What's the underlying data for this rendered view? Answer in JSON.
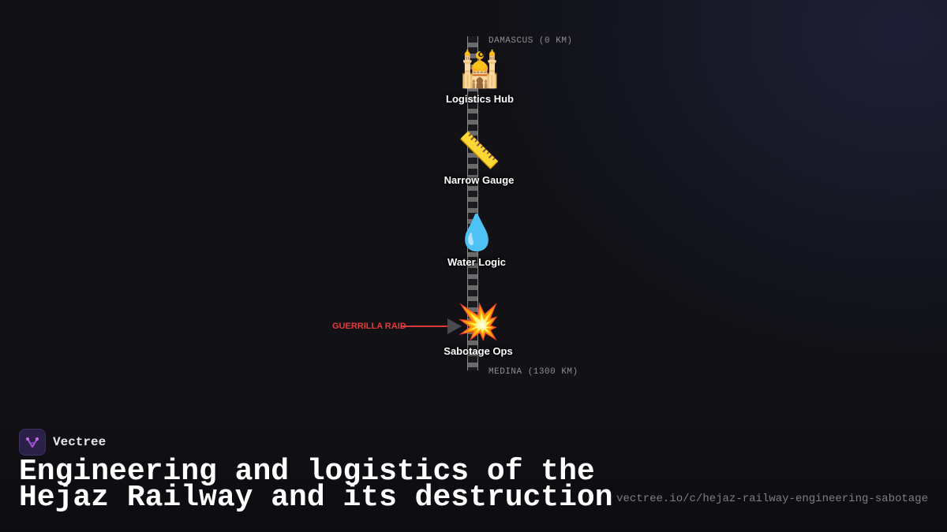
{
  "diagram": {
    "start_station": "DAMASCUS (0 KM)",
    "end_station": "MEDINA (1300 KM)",
    "nodes": [
      {
        "icon": "🕌",
        "icon_name": "mosque-icon",
        "label": "Logistics Hub"
      },
      {
        "icon": "📏",
        "icon_name": "ruler-icon",
        "label": "Narrow Gauge"
      },
      {
        "icon": "💧",
        "icon_name": "water-drop-icon",
        "label": "Water Logic"
      },
      {
        "icon": "💥",
        "icon_name": "explosion-icon",
        "label": "Sabotage Ops"
      }
    ],
    "raid_label": "GUERRILLA RAID",
    "colors": {
      "raid": "#e03c3c",
      "track": "#6a6a6a"
    }
  },
  "footer": {
    "brand": "Vectree",
    "title": "Engineering and logistics of the Hejaz Railway and its destruction",
    "url": "vectree.io/c/hejaz-railway-engineering-sabotage"
  }
}
